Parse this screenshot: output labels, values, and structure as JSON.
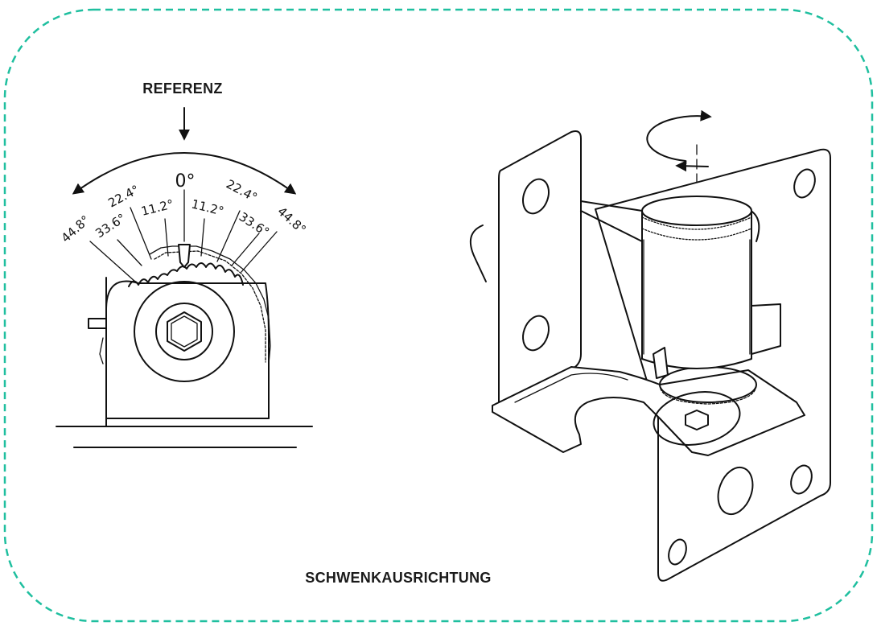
{
  "border": {
    "color": "#1fbf9f"
  },
  "labels": {
    "reference": "REFERENZ",
    "swivel_orientation": "SCHWENKAUSRICHTUNG"
  },
  "scale": {
    "zero": "0°",
    "left": [
      "11.2°",
      "22.4°",
      "33.6°",
      "44.8°"
    ],
    "right": [
      "11.2°",
      "22.4°",
      "33.6°",
      "44.8°"
    ]
  }
}
